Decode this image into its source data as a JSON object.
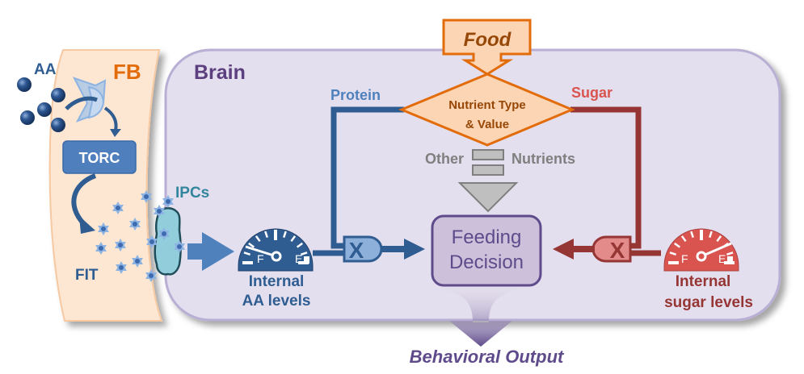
{
  "labels": {
    "aa": "AA",
    "fb": "FB",
    "torc": "TORC",
    "fit": "FIT",
    "ipcs": "IPCs",
    "brain": "Brain",
    "food": "Food",
    "protein": "Protein",
    "sugar": "Sugar",
    "nutrient_line1": "Nutrient Type",
    "nutrient_line2": "& Value",
    "other": "Other",
    "nutrients": "Nutrients",
    "feeding_line1": "Feeding",
    "feeding_line2": "Decision",
    "aa_levels_line1": "Internal",
    "aa_levels_line2": "AA levels",
    "sugar_levels_line1": "Internal",
    "sugar_levels_line2": "sugar levels",
    "behavioral_output": "Behavioral Output",
    "gate_symbol": "X",
    "gauge_full": "F",
    "gauge_empty": "E"
  },
  "gauges": {
    "aa": {
      "level": "full"
    },
    "sugar": {
      "level": "empty"
    }
  },
  "colors": {
    "fb_fill": "#fde6d2",
    "fb_text": "#e36c0a",
    "brain_fill": "#e4dfee",
    "brain_border": "#b9aed4",
    "brain_text": "#5b3f7e",
    "protein_blue": "#2f5d92",
    "protein_light": "#4f81bd",
    "gate_blue_fill": "#8db0da",
    "sugar_red": "#963634",
    "sugar_light": "#d9534f",
    "gate_red_fill": "#e38a8a",
    "food_orange": "#e36c0a",
    "food_fill": "#fcd5b4",
    "food_text": "#974706",
    "gray": "#7f7f7f",
    "gray_fill": "#bfbfbf",
    "feeding_fill": "#ccc0da",
    "feeding_border": "#5f4b8b",
    "ipc_teal": "#31859c",
    "ipc_fill": "#92cddc",
    "output_purple": "#5f4b8b"
  }
}
